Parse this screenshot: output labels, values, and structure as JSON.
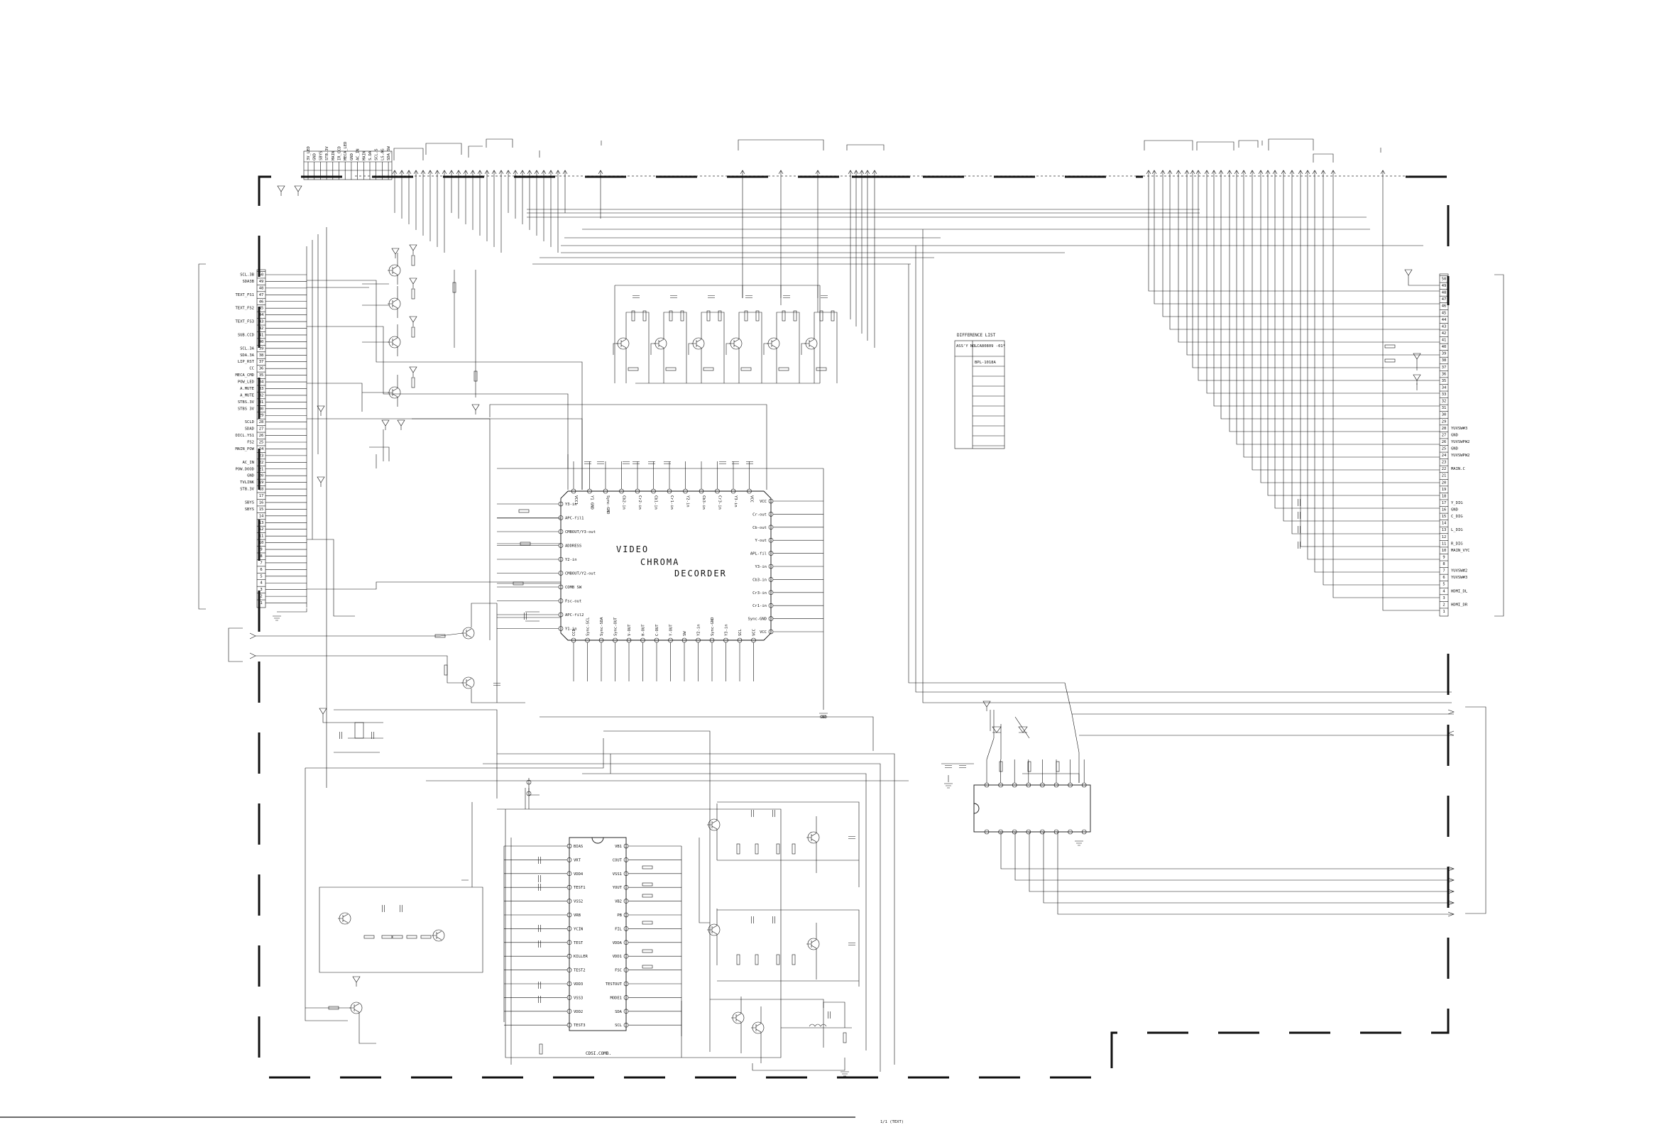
{
  "left_connector": {
    "labels": [
      "SCL.3B",
      "SDA3B",
      "",
      "TEXT_FS1",
      "",
      "TEXT_FS2",
      "",
      "TEXT_FS3",
      "",
      "SUB.CCD",
      "",
      "SCL.3A",
      "SDA.3A",
      "LIP_RST",
      "CC",
      "MECA_CMD",
      "POW_LED",
      "A.MUTE",
      "A_MUTE",
      "STBS.3V",
      "STBS 3V",
      "",
      "SCLD",
      "SDAD",
      "DICL.YS1",
      "FS2",
      "MAIN_POW",
      "",
      "AC_IN",
      "POW.DOOD",
      "GND",
      "TVLINK",
      "STB.3V",
      "",
      "SBYS",
      "SBYS",
      "",
      "",
      "",
      "",
      "",
      "",
      "",
      "",
      "",
      "",
      "",
      "",
      "",
      ""
    ],
    "pins": [
      "50",
      "49",
      "48",
      "47",
      "46",
      "45",
      "44",
      "43",
      "42",
      "41",
      "40",
      "39",
      "38",
      "37",
      "36",
      "35",
      "34",
      "33",
      "32",
      "31",
      "30",
      "29",
      "28",
      "27",
      "26",
      "25",
      "24",
      "23",
      "22",
      "21",
      "20",
      "19",
      "18",
      "17",
      "16",
      "15",
      "14",
      "13",
      "12",
      "11",
      "10",
      "9",
      "8",
      "7",
      "6",
      "5",
      "4",
      "3",
      "2",
      "1"
    ]
  },
  "right_connector": {
    "labels": [
      "",
      "",
      "",
      "",
      "",
      "",
      "",
      "",
      "",
      "",
      "",
      "",
      "",
      "",
      "",
      "",
      "",
      "",
      "",
      "",
      "",
      "",
      "YUVSW#3",
      "GND",
      "YUVSWPW2",
      "GND",
      "YUVSWPW2",
      "",
      "MAIN.C",
      "",
      "",
      "",
      "",
      "Y_DIG",
      "GND",
      "C_DIG",
      "",
      "L_DIG",
      "",
      "R_DIG",
      "MAIN_VYC",
      "",
      "",
      "YUVSW#2",
      "YUVSW#3",
      "",
      "HDMI_DL",
      "",
      "HDMI_DR"
    ],
    "pins": [
      "50",
      "49",
      "48",
      "47",
      "46",
      "45",
      "44",
      "43",
      "42",
      "41",
      "40",
      "39",
      "38",
      "37",
      "36",
      "35",
      "34",
      "33",
      "32",
      "31",
      "30",
      "29",
      "28",
      "27",
      "26",
      "25",
      "24",
      "23",
      "22",
      "21",
      "20",
      "19",
      "18",
      "17",
      "16",
      "15",
      "14",
      "13",
      "12",
      "11",
      "10",
      "9",
      "8",
      "7",
      "6",
      "5",
      "4",
      "3",
      "2",
      "1"
    ]
  },
  "top_connector": {
    "labels": [
      "3V_LED",
      "GND",
      "SBYS",
      "STB.3V",
      "MAIN",
      "IR_CCD",
      "MECA_LED",
      "GND",
      "AC_IN",
      "MAIN",
      "S.DA",
      "SCL.S",
      "LS.AG",
      "SDA_SW"
    ]
  },
  "decoder_ic": {
    "title_line1": "VIDEO",
    "title_line2": "CHROMA",
    "title_line3": "DECORDER",
    "left_pins": [
      "Y3-in",
      "APC-fil1",
      "CMBOUT/Y3-out",
      "ADDRESS",
      "Y2-in",
      "CMBOUT/Y2-out",
      "COMB SW",
      "Fsc-out",
      "APC-fil2",
      "Y1-in"
    ],
    "right_pins": [
      "VCC",
      "Cr-out",
      "Cb-out",
      "Y-out",
      "APL-fil",
      "Y3-in",
      "Cb3-in",
      "Cr3-in",
      "Cr1-in",
      "Sync-GND",
      "VCC"
    ],
    "top_pins": [
      "VCC1",
      "Y1 GND",
      "Sync-GND",
      "Cb2-in",
      "Cr2-in",
      "Cb1-in",
      "Cr1-in",
      "Y2-in",
      "Cb3-in",
      "Cr3-in",
      "Y3-in",
      "VCC"
    ],
    "bottom_pins": [
      "CCD",
      "Sync-SCL",
      "Sync-SDA",
      "Sync-OUT",
      "V-OUT",
      "H-OUT",
      "C-OUT",
      "Y-OUT",
      "SW",
      "Y2-in",
      "Sync-GND",
      "Y3-in",
      "SCL",
      "VCC"
    ]
  },
  "comb_ic": {
    "caption": "CDSI.COMB.",
    "left_pins": [
      "BIAS",
      "VRT",
      "VDD4",
      "TEST1",
      "VSS2",
      "VRB",
      "YCIN",
      "TEST",
      "KILLER",
      "TEST2",
      "VDD3",
      "VSS3",
      "VDD2",
      "TEST3"
    ],
    "right_pins": [
      "VB1",
      "COUT",
      "VSS1",
      "YOUT",
      "VB2",
      "PB",
      "FIL",
      "VDDA",
      "VDD1",
      "FSC",
      "TESTOUT",
      "MODE1",
      "SDA",
      "SCL"
    ]
  },
  "difference_list": {
    "title": "DIFFERENCE LIST",
    "header_col1": "ASS'Y NO.",
    "header_col2": "LCA80809 -01*",
    "row1_col2": "BPL-1018A"
  },
  "gnd_label": "GND",
  "bottom_partial": "1/1 (TEXT)"
}
